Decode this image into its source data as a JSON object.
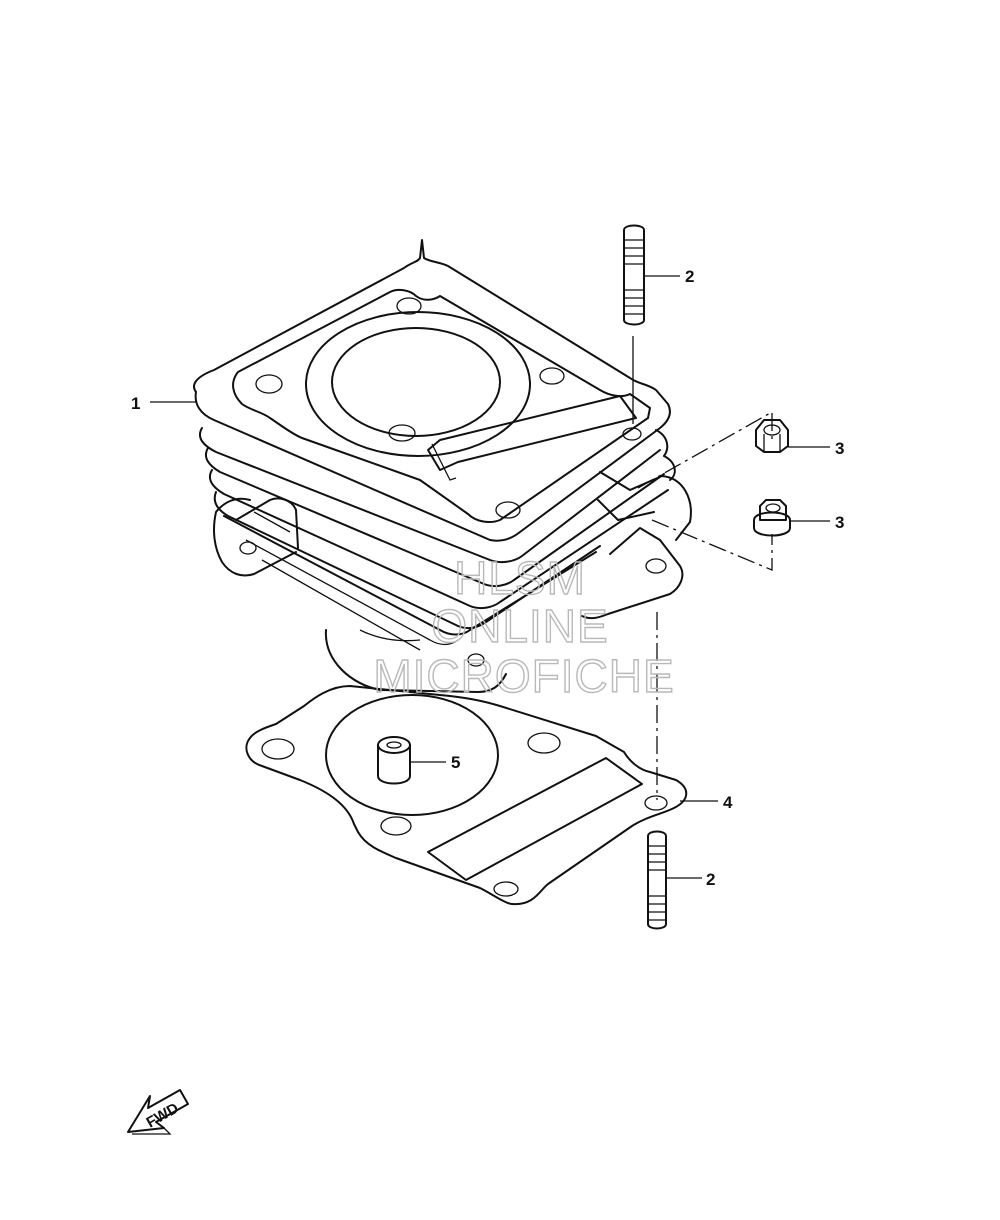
{
  "callouts": {
    "cylinder": "1",
    "stud_upper": "2",
    "nut_upper": "3",
    "nut_lower": "3",
    "gasket": "4",
    "stud_lower": "2",
    "dowel_pin": "5"
  },
  "watermark": {
    "line1": "HLSM",
    "line2": "ONLINE",
    "line3": "MICROFICHE"
  },
  "fwd_label": "FWD",
  "icons": [
    "fwd-arrow-icon"
  ]
}
